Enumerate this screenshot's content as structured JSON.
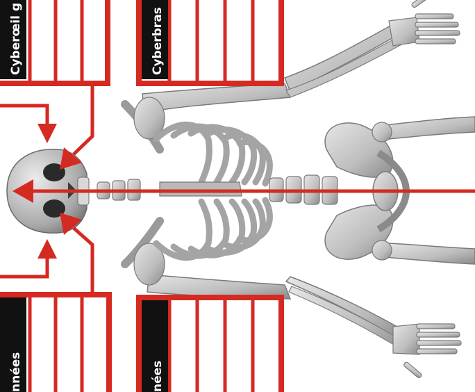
{
  "colors": {
    "frame_red": "#d42a22",
    "tag_black": "#111111",
    "bone": "#c8c8c8",
    "bone_shade": "#8e8e8e",
    "background": "#ffffff"
  },
  "slots": {
    "cybereye": {
      "label": "Cyberœil g"
    },
    "cyberarm": {
      "label": "Cyberbras"
    },
    "data_left": {
      "label": "nnées"
    },
    "data_right": {
      "label": "nées"
    }
  },
  "figure": {
    "subject": "skeleton-top-view"
  }
}
